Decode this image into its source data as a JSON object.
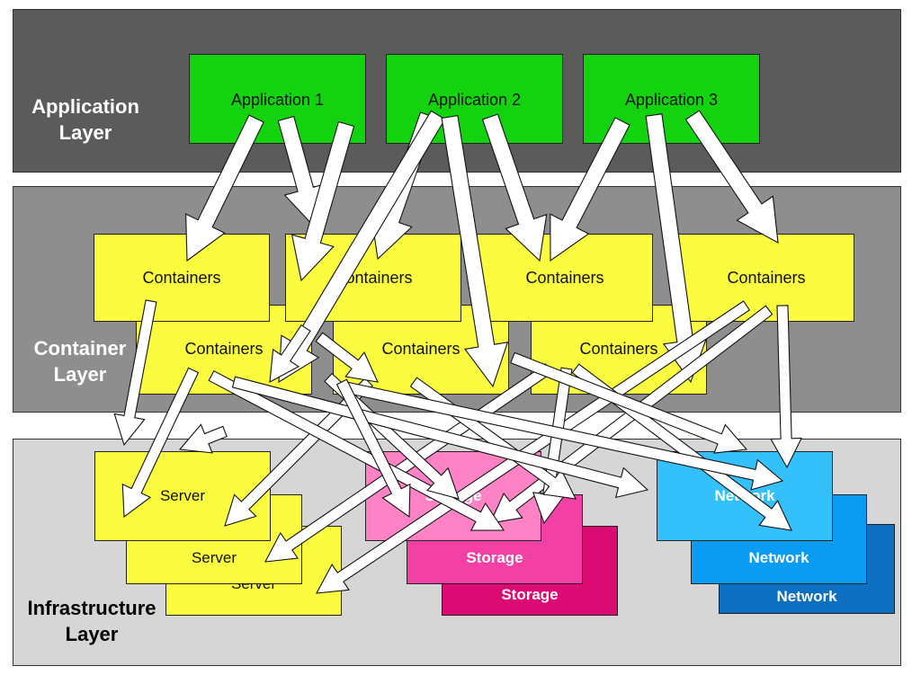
{
  "layers": {
    "application": "Application\nLayer",
    "container": "Container\nLayer",
    "infrastructure": "Infrastructure\nLayer"
  },
  "applications": [
    "Application 1",
    "Application 2",
    "Application 3"
  ],
  "containers_front": [
    "Containers",
    "Containers",
    "Containers",
    "Containers"
  ],
  "containers_back": [
    "Containers",
    "Containers",
    "Containers"
  ],
  "servers": [
    "Server",
    "Server",
    "Server"
  ],
  "storage": [
    "Storage",
    "Storage",
    "Storage"
  ],
  "network": [
    "Network",
    "Network",
    "Network"
  ],
  "colors": {
    "application_layer": "#5b5b5b",
    "container_layer": "#8e8e8e",
    "infrastructure_layer": "#d7d6d7",
    "application": "#13d30f",
    "container": "#fbfb40",
    "server": "#fbfb40",
    "storage": [
      "#fd83c6",
      "#f340a4",
      "#dc0b74"
    ],
    "network": [
      "#34c0fa",
      "#0a9cf2",
      "#0d6fc0"
    ]
  }
}
